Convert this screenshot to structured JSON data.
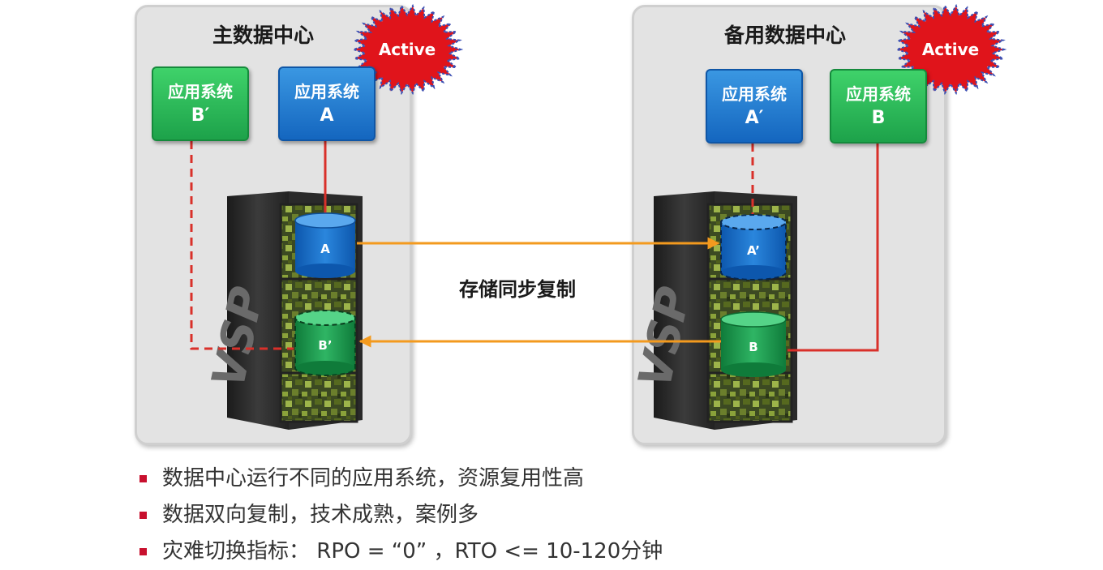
{
  "left_center": {
    "title": "主数据中心",
    "badge": "Active",
    "app_green": {
      "line1": "应用系统",
      "line2": "B′"
    },
    "app_blue": {
      "line1": "应用系统",
      "line2": "A"
    },
    "storage": {
      "label": "VSP",
      "volume_top": "A",
      "volume_bottom": "B’"
    }
  },
  "right_center": {
    "title": "备用数据中心",
    "badge": "Active",
    "app_blue": {
      "line1": "应用系统",
      "line2": "A′"
    },
    "app_green": {
      "line1": "应用系统",
      "line2": "B"
    },
    "storage": {
      "label": "VSP",
      "volume_top": "A’",
      "volume_bottom": "B"
    }
  },
  "replication_label": "存储同步复制",
  "bullets": [
    "数据中心运行不同的应用系统，资源复用性高",
    "数据双向复制，技术成熟，案例多",
    "灾难切换指标： RPO = “0” ，RTO <= 10-120分钟"
  ],
  "colors": {
    "green": "#1da24a",
    "blue": "#1466bf",
    "arrow": "#f39a1e",
    "link": "#d9302a",
    "badge": "#e0141b",
    "bullet": "#c8102e"
  }
}
